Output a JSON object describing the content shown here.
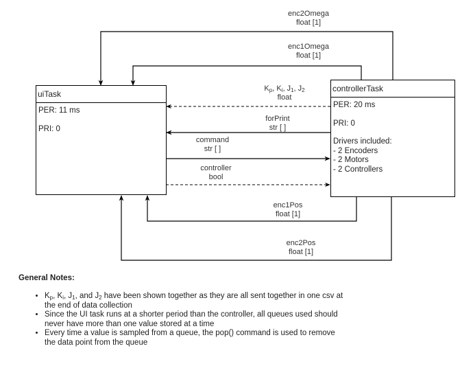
{
  "tasks": {
    "ui": {
      "title": "uiTask",
      "per": "PER: 11 ms",
      "pri": "PRI: 0"
    },
    "controller": {
      "title": "controllerTask",
      "per": "PER: 20 ms",
      "pri": "PRI: 0",
      "drivers_heading": "Drivers included:",
      "drivers": [
        "- 2 Encoders",
        "- 2 Motors",
        "- 2 Controllers"
      ]
    }
  },
  "connections": {
    "enc2Omega": {
      "name": "enc2Omega",
      "type": "float [1]",
      "direction": "controllerTask → uiTask",
      "style": "solid"
    },
    "enc1Omega": {
      "name": "enc1Omega",
      "type": "float [1]",
      "direction": "controllerTask → uiTask",
      "style": "solid"
    },
    "gains": {
      "name_parts": [
        "K",
        "p",
        ", K",
        "i",
        ", J",
        "1",
        ", J",
        "2"
      ],
      "type": "float",
      "direction": "controllerTask → uiTask",
      "style": "dashed"
    },
    "forPrint": {
      "name": "forPrint",
      "type": "str [ ]",
      "direction": "controllerTask → uiTask",
      "style": "solid"
    },
    "command": {
      "name": "command",
      "type": "str [ ]",
      "direction": "uiTask → controllerTask",
      "style": "solid"
    },
    "controller": {
      "name": "controller",
      "type": "bool",
      "direction": "uiTask → controllerTask",
      "style": "dashed"
    },
    "enc1Pos": {
      "name": "enc1Pos",
      "type": "float [1]",
      "direction": "controllerTask → uiTask",
      "style": "solid"
    },
    "enc2Pos": {
      "name": "enc2Pos",
      "type": "float [1]",
      "direction": "controllerTask → uiTask",
      "style": "solid"
    }
  },
  "notes": {
    "title": "General Notes:",
    "items": [
      {
        "prefix_parts": [
          "K",
          "p",
          ", K",
          "i",
          ", J",
          "1",
          ", and J",
          "2"
        ],
        "text": " have been shown together as they are all sent together in one csv at the end of data collection"
      },
      {
        "text": "Since the UI task runs at a shorter period than the controller, all queues used should never have more than one value stored at a time"
      },
      {
        "text": "Every time a value is sampled from a queue, the pop() command is used to remove the data point from the queue"
      }
    ]
  }
}
